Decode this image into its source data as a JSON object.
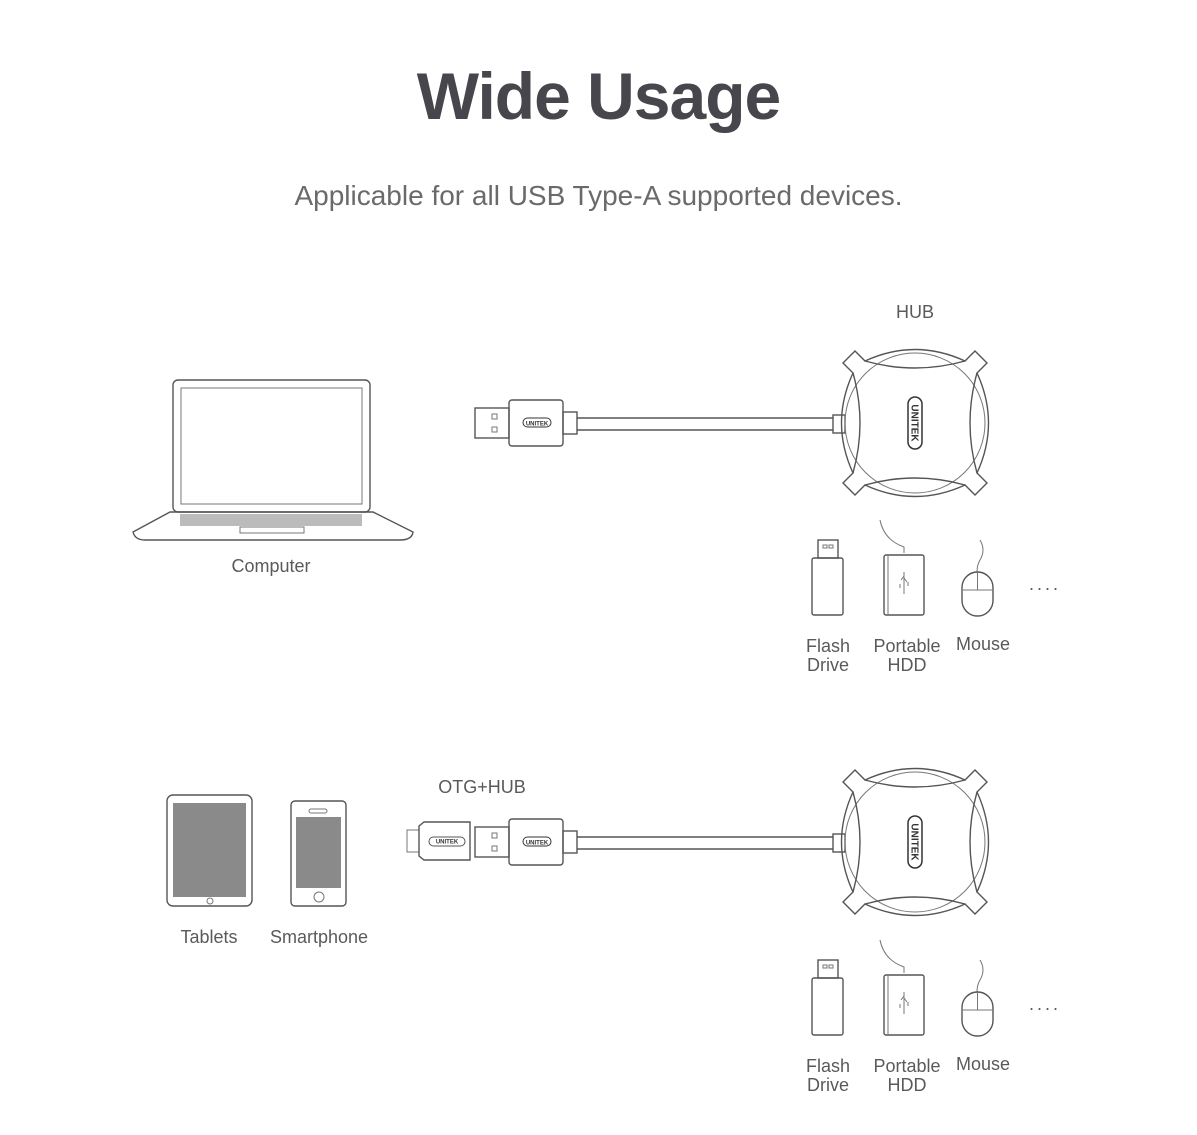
{
  "header": {
    "title": "Wide Usage",
    "subtitle": "Applicable for all USB Type-A supported devices."
  },
  "section_computer": {
    "source_label": "Computer",
    "hub_label": "HUB",
    "hub_brand": "UNITEK",
    "plug_brand": "UNITEK",
    "devices": [
      {
        "line1": "Flash",
        "line2": "Drive",
        "icon": "flash-drive-icon"
      },
      {
        "line1": "Portable",
        "line2": "HDD",
        "icon": "hdd-icon"
      },
      {
        "line1": "Mouse",
        "line2": "",
        "icon": "mouse-icon"
      }
    ],
    "more": "...."
  },
  "section_mobile": {
    "source_labels": [
      "Tablets",
      "Smartphone"
    ],
    "hub_label": "OTG+HUB",
    "hub_brand": "UNITEK",
    "plug_brand": "UNITEK",
    "adapter_brand": "UNITEK",
    "devices": [
      {
        "line1": "Flash",
        "line2": "Drive",
        "icon": "flash-drive-icon"
      },
      {
        "line1": "Portable",
        "line2": "HDD",
        "icon": "hdd-icon"
      },
      {
        "line1": "Mouse",
        "line2": "",
        "icon": "mouse-icon"
      }
    ],
    "more": "...."
  },
  "colors": {
    "title": "#46464c",
    "text": "#5a5a5a",
    "line": "#555555",
    "screen": "#8a8a8a"
  }
}
